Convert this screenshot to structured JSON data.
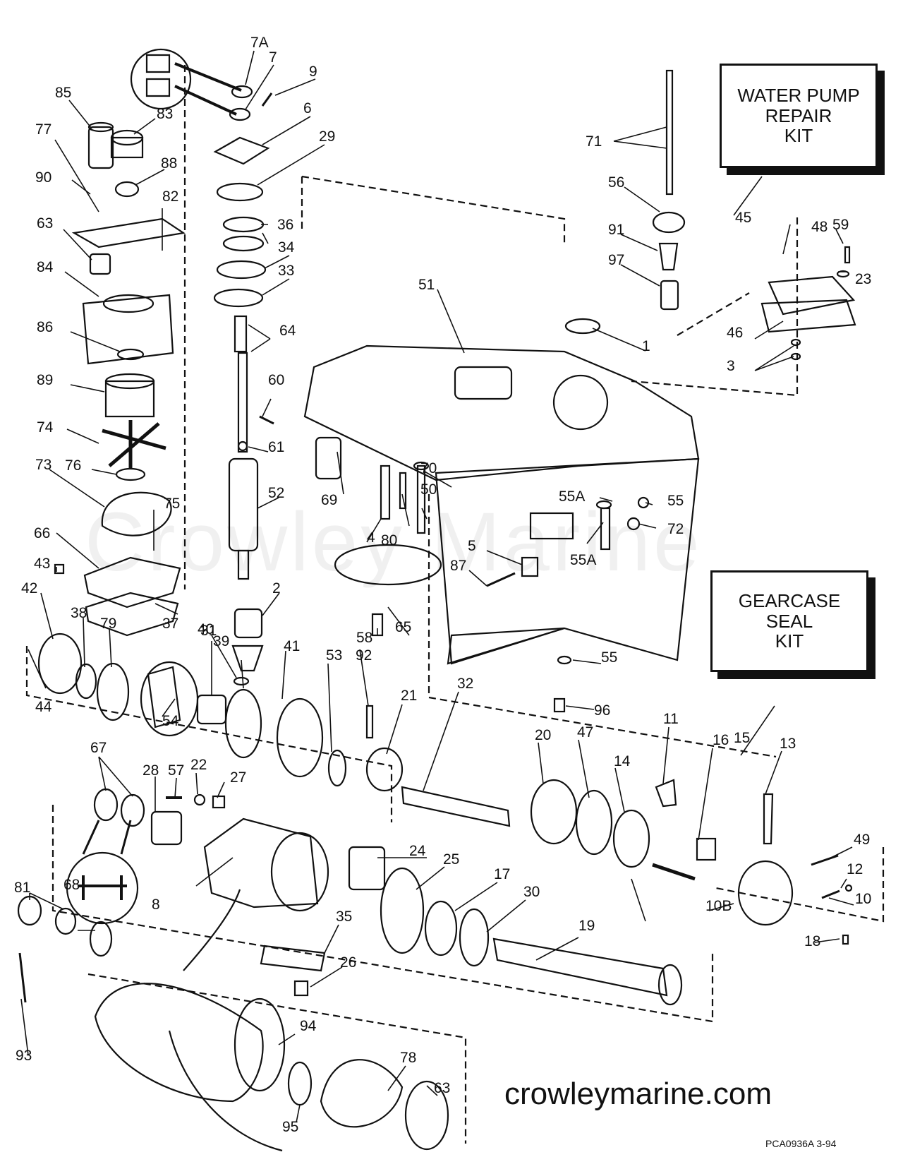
{
  "kits": {
    "water_pump": [
      "WATER PUMP",
      "REPAIR",
      "KIT"
    ],
    "gearcase_seal": [
      "GEARCASE",
      "SEAL",
      "KIT"
    ]
  },
  "watermark": "Crowley Marine",
  "website": "crowleymarine.com",
  "drawing_id": "PCA0936A   3-94",
  "part_labels": [
    "7A",
    "7",
    "9",
    "6",
    "29",
    "36",
    "34",
    "33",
    "64",
    "60",
    "61",
    "52",
    "2",
    "31",
    "41",
    "39",
    "40",
    "85",
    "83",
    "77",
    "88",
    "90",
    "82",
    "63",
    "84",
    "86",
    "89",
    "74",
    "76",
    "73",
    "75",
    "66",
    "43",
    "42",
    "38",
    "79",
    "37",
    "44",
    "54",
    "53",
    "58",
    "21",
    "32",
    "20",
    "47",
    "14",
    "11",
    "13",
    "16",
    "49",
    "12",
    "10",
    "10B",
    "18",
    "19",
    "30",
    "17",
    "25",
    "24",
    "8",
    "35",
    "26",
    "28",
    "57",
    "22",
    "27",
    "67",
    "81",
    "68",
    "93",
    "94",
    "95",
    "78",
    "63",
    "71",
    "56",
    "91",
    "97",
    "45",
    "48",
    "59",
    "23",
    "46",
    "3",
    "1",
    "51",
    "69",
    "70",
    "50",
    "80",
    "4",
    "5",
    "87",
    "65",
    "92",
    "55A",
    "55",
    "72",
    "55A",
    "55",
    "96",
    "15"
  ]
}
